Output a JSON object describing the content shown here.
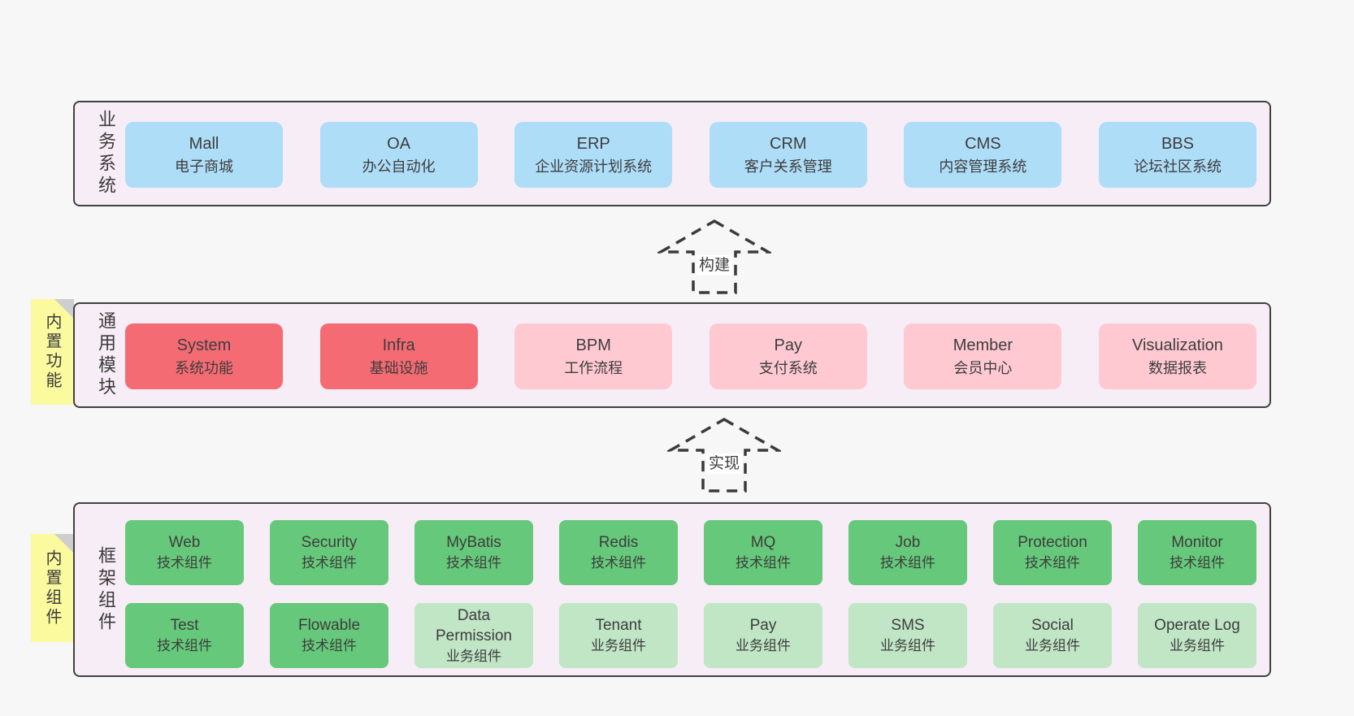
{
  "colors": {
    "page_bg": "#f7f7f7",
    "panel_bg": "#f7edf6",
    "panel_border": "#414141",
    "blue": "#aeddf8",
    "red": "#f56b73",
    "pink": "#ffc9d2",
    "green": "#66c87a",
    "light_green": "#c0e6c6",
    "yellow": "#fbfa9e",
    "fold": "#cecece",
    "ink": "#3d3d3d",
    "arrow": "#3a3a3a"
  },
  "sections": {
    "business": {
      "label": "业务系统",
      "boxes": [
        {
          "title": "Mall",
          "subtitle": "电子商城",
          "variant": "blue"
        },
        {
          "title": "OA",
          "subtitle": "办公自动化",
          "variant": "blue"
        },
        {
          "title": "ERP",
          "subtitle": "企业资源计划系统",
          "variant": "blue"
        },
        {
          "title": "CRM",
          "subtitle": "客户关系管理",
          "variant": "blue"
        },
        {
          "title": "CMS",
          "subtitle": "内容管理系统",
          "variant": "blue"
        },
        {
          "title": "BBS",
          "subtitle": "论坛社区系统",
          "variant": "blue"
        }
      ]
    },
    "modules": {
      "label": "通用模块",
      "note": "内置功能",
      "boxes": [
        {
          "title": "System",
          "subtitle": "系统功能",
          "variant": "red"
        },
        {
          "title": "Infra",
          "subtitle": "基础设施",
          "variant": "red"
        },
        {
          "title": "BPM",
          "subtitle": "工作流程",
          "variant": "pink"
        },
        {
          "title": "Pay",
          "subtitle": "支付系统",
          "variant": "pink"
        },
        {
          "title": "Member",
          "subtitle": "会员中心",
          "variant": "pink"
        },
        {
          "title": "Visualization",
          "subtitle": "数据报表",
          "variant": "pink"
        }
      ]
    },
    "framework": {
      "label": "框架组件",
      "note": "内置组件",
      "rows": [
        [
          {
            "title": "Web",
            "subtitle": "技术组件",
            "variant": "green"
          },
          {
            "title": "Security",
            "subtitle": "技术组件",
            "variant": "green"
          },
          {
            "title": "MyBatis",
            "subtitle": "技术组件",
            "variant": "green"
          },
          {
            "title": "Redis",
            "subtitle": "技术组件",
            "variant": "green"
          },
          {
            "title": "MQ",
            "subtitle": "技术组件",
            "variant": "green"
          },
          {
            "title": "Job",
            "subtitle": "技术组件",
            "variant": "green"
          },
          {
            "title": "Protection",
            "subtitle": "技术组件",
            "variant": "green"
          },
          {
            "title": "Monitor",
            "subtitle": "技术组件",
            "variant": "green"
          }
        ],
        [
          {
            "title": "Test",
            "subtitle": "技术组件",
            "variant": "green"
          },
          {
            "title": "Flowable",
            "subtitle": "技术组件",
            "variant": "green"
          },
          {
            "title": "Data Permission",
            "subtitle": "业务组件",
            "variant": "lightgreen"
          },
          {
            "title": "Tenant",
            "subtitle": "业务组件",
            "variant": "lightgreen"
          },
          {
            "title": "Pay",
            "subtitle": "业务组件",
            "variant": "lightgreen"
          },
          {
            "title": "SMS",
            "subtitle": "业务组件",
            "variant": "lightgreen"
          },
          {
            "title": "Social",
            "subtitle": "业务组件",
            "variant": "lightgreen"
          },
          {
            "title": "Operate Log",
            "subtitle": "业务组件",
            "variant": "lightgreen"
          }
        ]
      ]
    }
  },
  "arrows": [
    {
      "label": "构建"
    },
    {
      "label": "实现"
    }
  ]
}
